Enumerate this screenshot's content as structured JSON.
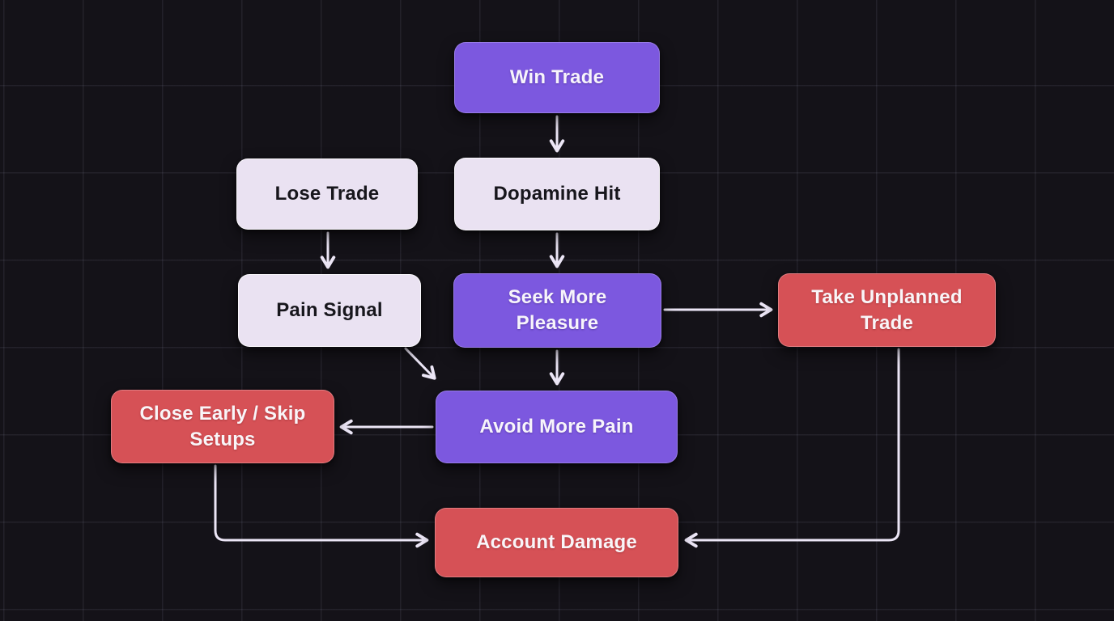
{
  "diagram": {
    "type": "flowchart",
    "nodes": [
      {
        "id": "win-trade",
        "label": "Win Trade",
        "variant": "purple"
      },
      {
        "id": "lose-trade",
        "label": "Lose Trade",
        "variant": "light"
      },
      {
        "id": "dopamine-hit",
        "label": "Dopamine Hit",
        "variant": "light"
      },
      {
        "id": "pain-signal",
        "label": "Pain Signal",
        "variant": "light"
      },
      {
        "id": "seek-more-pleasure",
        "label": "Seek More Pleasure",
        "variant": "purple"
      },
      {
        "id": "take-unplanned-trade",
        "label": "Take Unplanned Trade",
        "variant": "red"
      },
      {
        "id": "avoid-more-pain",
        "label": "Avoid More Pain",
        "variant": "purple"
      },
      {
        "id": "close-early-skip-setups",
        "label": "Close Early / Skip Setups",
        "variant": "red"
      },
      {
        "id": "account-damage",
        "label": "Account Damage",
        "variant": "red"
      }
    ],
    "edges": [
      {
        "from": "win-trade",
        "to": "dopamine-hit"
      },
      {
        "from": "lose-trade",
        "to": "pain-signal"
      },
      {
        "from": "dopamine-hit",
        "to": "seek-more-pleasure"
      },
      {
        "from": "seek-more-pleasure",
        "to": "take-unplanned-trade"
      },
      {
        "from": "pain-signal",
        "to": "avoid-more-pain"
      },
      {
        "from": "seek-more-pleasure",
        "to": "avoid-more-pain"
      },
      {
        "from": "avoid-more-pain",
        "to": "close-early-skip-setups"
      },
      {
        "from": "close-early-skip-setups",
        "to": "account-damage"
      },
      {
        "from": "take-unplanned-trade",
        "to": "account-damage"
      }
    ],
    "colors": {
      "background": "#141218",
      "grid_line": "#232130",
      "node_purple": "#7c58df",
      "node_light": "#eae2f2",
      "node_red": "#d65156",
      "text_on_dark": "#f7f4fb",
      "text_on_light": "#17161c",
      "connector": "#ece6f6"
    }
  }
}
